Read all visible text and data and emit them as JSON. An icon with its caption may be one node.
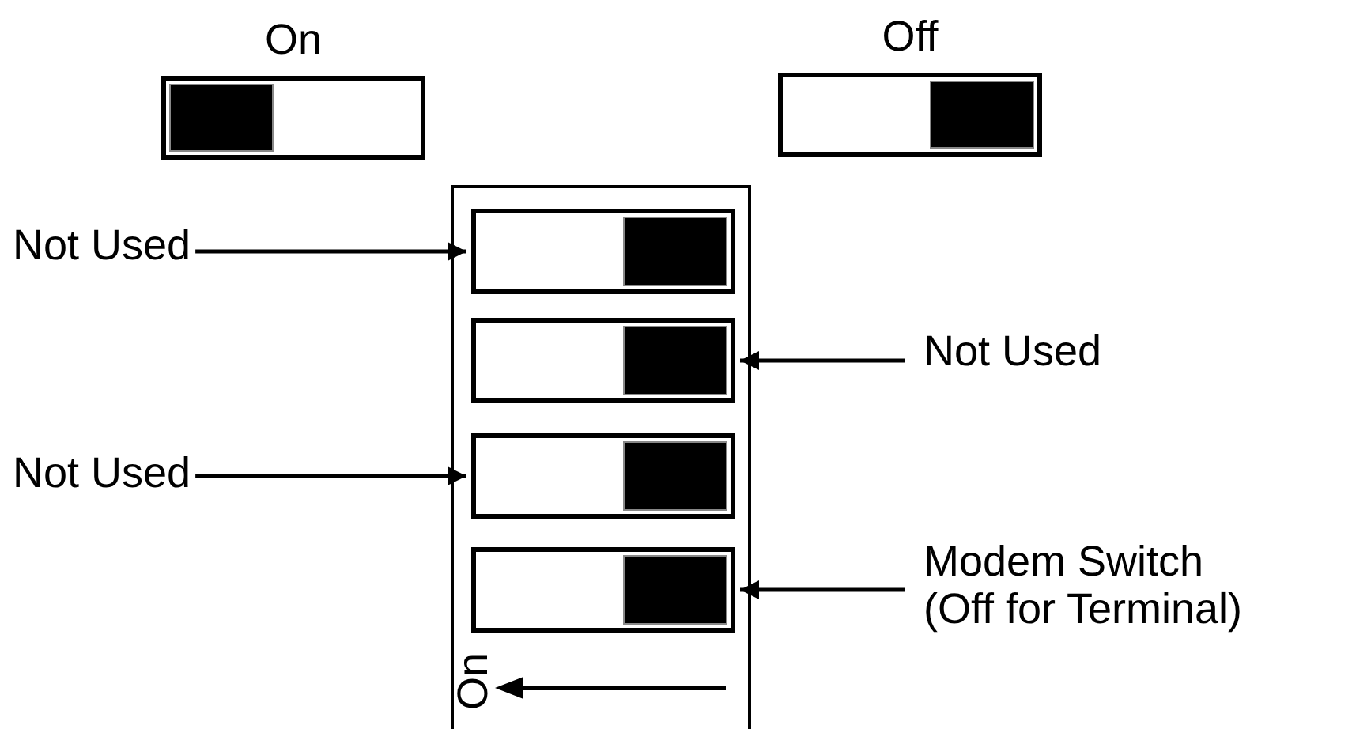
{
  "diagram": {
    "nodes": [
      {
        "text": [
          "On"
        ]
      },
      {
        "text": [
          "Off"
        ]
      },
      {
        "text": [
          "On"
        ]
      },
      {
        "text": [],
        "shape": "box",
        "in": 2
      },
      {
        "text": [],
        "shape": "box",
        "in": 2
      },
      {
        "text": [],
        "shape": "box",
        "in": 2
      },
      {
        "text": [],
        "shape": "box",
        "in": 2
      },
      {
        "text": [
          "Not Used"
        ]
      },
      {
        "text": [
          "Not Used"
        ]
      },
      {
        "text": [
          "Not Used"
        ]
      },
      {
        "text": [
          "Modem Switch (Off for Terminal)"
        ]
      }
    ],
    "edges": [
      {
        "from": 7,
        "to": 3,
        "arrow": "to"
      },
      {
        "from": 8,
        "to": 4,
        "arrow": "to"
      },
      {
        "from": 9,
        "to": 5,
        "arrow": "to"
      },
      {
        "from": 10,
        "to": 6,
        "arrow": "to"
      }
    ]
  }
}
